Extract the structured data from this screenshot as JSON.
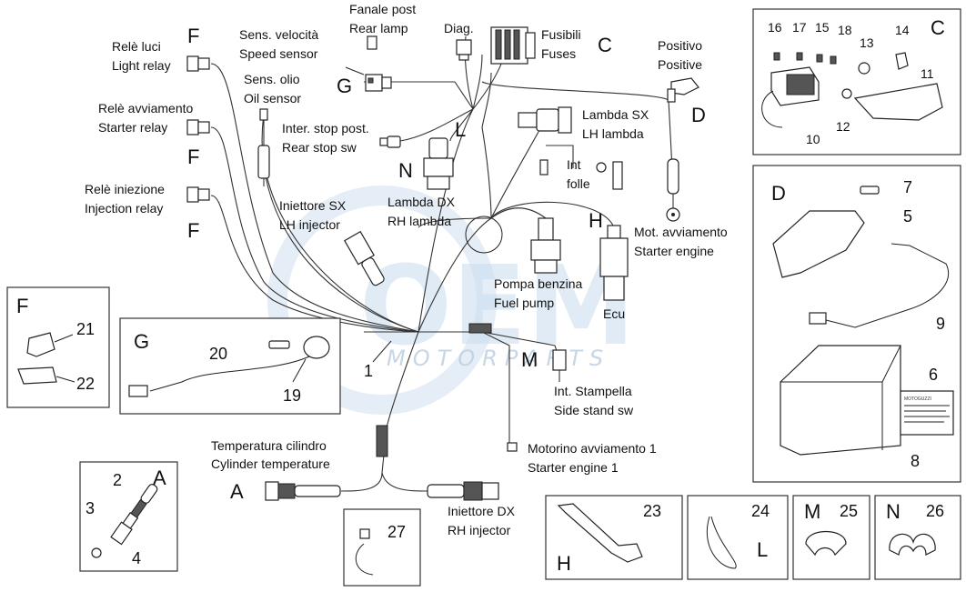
{
  "watermark": {
    "logo": "OEM",
    "tagline": "MOTORPARTS"
  },
  "callouts": {
    "light_relay": [
      "Relè luci",
      "Light relay"
    ],
    "starter_relay": [
      "Relè avviamento",
      "Starter relay"
    ],
    "injection_relay": [
      "Relè iniezione",
      "Injection relay"
    ],
    "speed_sensor": [
      "Sens. velocità",
      "Speed sensor"
    ],
    "oil_sensor": [
      "Sens. olio",
      "Oil sensor"
    ],
    "rear_lamp": [
      "Fanale post",
      "Rear lamp"
    ],
    "diag": [
      "Diag."
    ],
    "fuses": [
      "Fusibili",
      "Fuses"
    ],
    "positive": [
      "Positivo",
      "Positive"
    ],
    "rear_stop": [
      "Inter. stop post.",
      "Rear stop sw"
    ],
    "lh_lambda": [
      "Lambda SX",
      "LH lambda"
    ],
    "neutral": [
      "Int",
      "folle"
    ],
    "rh_lambda": [
      "Lambda DX",
      "RH lambda"
    ],
    "lh_injector": [
      "Iniettore SX",
      "LH injector"
    ],
    "starter_engine": [
      "Mot. avviamento",
      "Starter engine"
    ],
    "fuel_pump": [
      "Pompa benzina",
      "Fuel pump"
    ],
    "ecu": [
      "Ecu"
    ],
    "side_stand": [
      "Int. Stampella",
      "Side stand sw"
    ],
    "starter_engine_1": [
      "Motorino avviamento 1",
      "Starter engine 1"
    ],
    "cyl_temp": [
      "Temperatura cilindro",
      "Cylinder temperature"
    ],
    "rh_injector": [
      "Iniettore DX",
      "RH injector"
    ]
  },
  "letters": {
    "F1": "F",
    "F2": "F",
    "F3": "F",
    "G": "G",
    "C": "C",
    "D": "D",
    "L": "L",
    "N": "N",
    "H": "H",
    "M": "M",
    "A": "A"
  },
  "panels": {
    "C": {
      "letter": "C",
      "parts": [
        "16",
        "17",
        "15",
        "18",
        "13",
        "14",
        "11",
        "12",
        "10"
      ]
    },
    "D": {
      "letter": "D",
      "parts": [
        "7",
        "5",
        "9",
        "6",
        "8"
      ]
    },
    "F": {
      "letter": "F",
      "parts": [
        "21",
        "22"
      ]
    },
    "G": {
      "letter": "G",
      "parts": [
        "20",
        "19"
      ]
    },
    "A": {
      "letter": "A",
      "parts": [
        "2",
        "3",
        "4"
      ]
    },
    "p27": {
      "part": "27"
    },
    "H": {
      "letter": "H",
      "part": "23"
    },
    "L": {
      "letter": "L",
      "part": "24"
    },
    "M": {
      "letter": "M",
      "part": "25"
    },
    "N": {
      "letter": "N",
      "part": "26"
    }
  },
  "harness_number": "1",
  "battery_label_text": "MOTOGUZZI"
}
